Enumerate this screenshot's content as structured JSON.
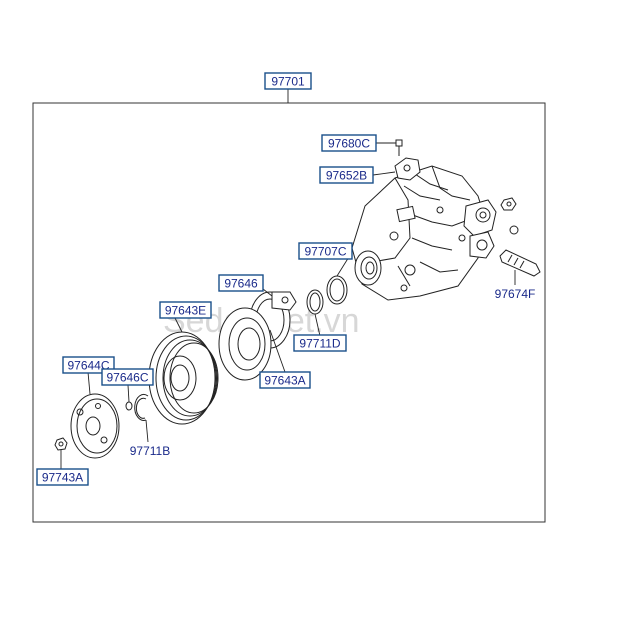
{
  "watermark": "Sedanviet.vn",
  "labels": {
    "assembly": "97701",
    "bolt_top": "97680C",
    "bracket": "97652B",
    "valve": "97707C",
    "sensor": "97674F",
    "coil": "97646",
    "pulley": "97643E",
    "snap_ring_d": "97711D",
    "pulley_bearing": "97643A",
    "hub": "97644C",
    "shim": "97646C",
    "snap_ring_b": "97711B",
    "nut": "97743A"
  }
}
